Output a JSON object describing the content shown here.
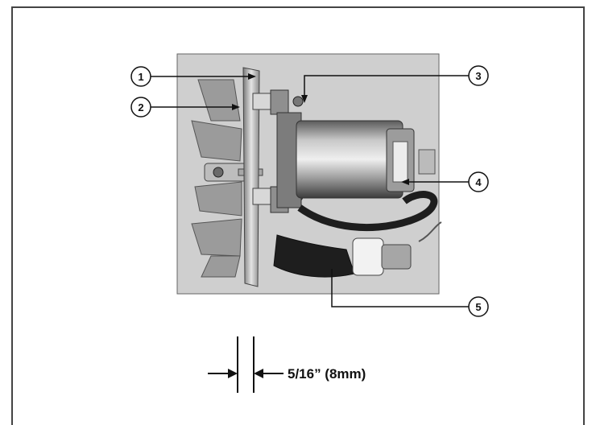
{
  "callouts": [
    {
      "num": "1"
    },
    {
      "num": "2"
    },
    {
      "num": "3"
    },
    {
      "num": "4"
    },
    {
      "num": "5"
    }
  ],
  "dimension": {
    "label": "5/16” (8mm)"
  },
  "colors": {
    "photo_bg": "#cfcfcf",
    "metal": "#8a8a8a",
    "dark": "#1e1e1e",
    "line": "#111111"
  }
}
